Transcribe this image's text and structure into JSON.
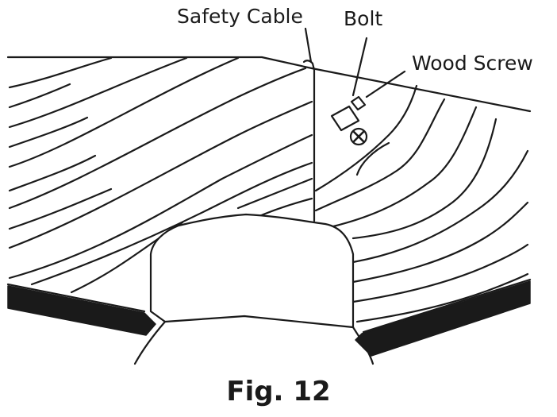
{
  "labels": {
    "safety_cable": "Safety Cable",
    "bolt": "Bolt",
    "wood_screw": "Wood Screw"
  },
  "caption": "Fig. 12",
  "colors": {
    "line": "#1a1a1a",
    "background": "#ffffff"
  }
}
